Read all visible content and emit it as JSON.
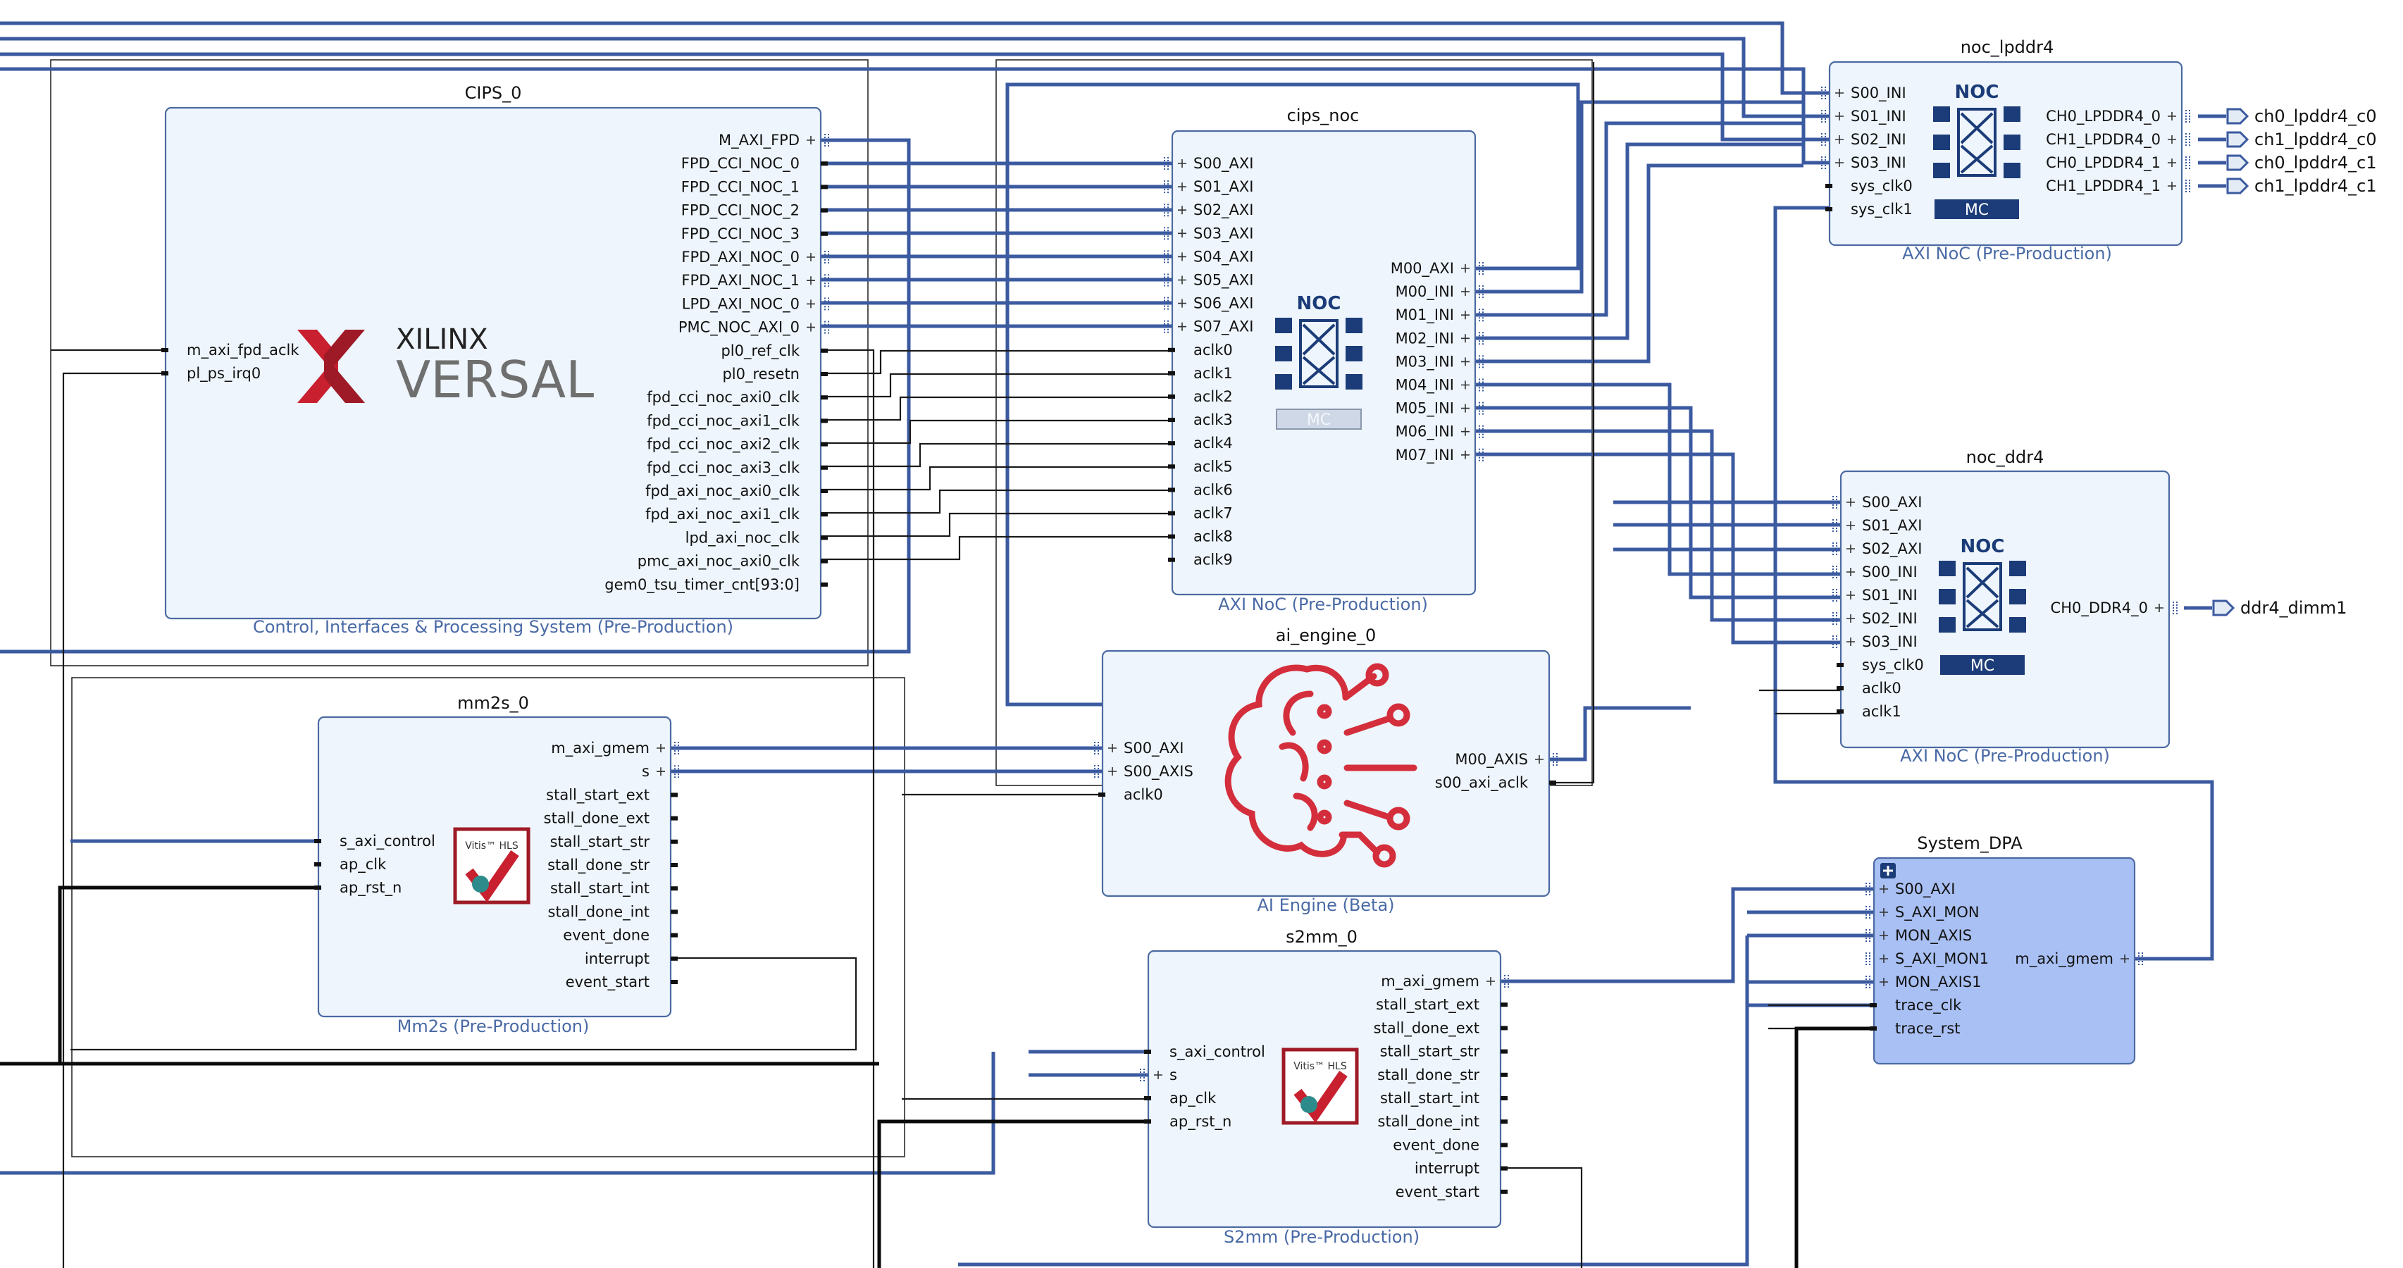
{
  "blocks": {
    "cips": {
      "name": "CIPS_0",
      "subtitle": "Control, Interfaces & Processing System (Pre-Production)",
      "logo_brand": "XILINX",
      "logo_product": "VERSAL",
      "left_ports": [
        "m_axi_fpd_aclk",
        "pl_ps_irq0"
      ],
      "right_ports": [
        "M_AXI_FPD",
        "FPD_CCI_NOC_0",
        "FPD_CCI_NOC_1",
        "FPD_CCI_NOC_2",
        "FPD_CCI_NOC_3",
        "FPD_AXI_NOC_0",
        "FPD_AXI_NOC_1",
        "LPD_AXI_NOC_0",
        "PMC_NOC_AXI_0",
        "pl0_ref_clk",
        "pl0_resetn",
        "fpd_cci_noc_axi0_clk",
        "fpd_cci_noc_axi1_clk",
        "fpd_cci_noc_axi2_clk",
        "fpd_cci_noc_axi3_clk",
        "fpd_axi_noc_axi0_clk",
        "fpd_axi_noc_axi1_clk",
        "lpd_axi_noc_clk",
        "pmc_axi_noc_axi0_clk",
        "gem0_tsu_timer_cnt[93:0]"
      ]
    },
    "cips_noc": {
      "name": "cips_noc",
      "subtitle": "AXI NoC (Pre-Production)",
      "left_ports": [
        "S00_AXI",
        "S01_AXI",
        "S02_AXI",
        "S03_AXI",
        "S04_AXI",
        "S05_AXI",
        "S06_AXI",
        "S07_AXI",
        "aclk0",
        "aclk1",
        "aclk2",
        "aclk3",
        "aclk4",
        "aclk5",
        "aclk6",
        "aclk7",
        "aclk8",
        "aclk9"
      ],
      "right_ports": [
        "M00_AXI",
        "M00_INI",
        "M01_INI",
        "M02_INI",
        "M03_INI",
        "M04_INI",
        "M05_INI",
        "M06_INI",
        "M07_INI"
      ],
      "icon_label": "NOC",
      "icon_mc": "MC"
    },
    "noc_lpddr4": {
      "name": "noc_lpddr4",
      "subtitle": "AXI NoC (Pre-Production)",
      "left_ports": [
        "S00_INI",
        "S01_INI",
        "S02_INI",
        "S03_INI",
        "sys_clk0",
        "sys_clk1"
      ],
      "right_ports": [
        "CH0_LPDDR4_0",
        "CH1_LPDDR4_0",
        "CH0_LPDDR4_1",
        "CH1_LPDDR4_1"
      ],
      "icon_label": "NOC",
      "icon_mc": "MC"
    },
    "noc_ddr4": {
      "name": "noc_ddr4",
      "subtitle": "AXI NoC (Pre-Production)",
      "left_ports": [
        "S00_AXI",
        "S01_AXI",
        "S02_AXI",
        "S00_INI",
        "S01_INI",
        "S02_INI",
        "S03_INI",
        "sys_clk0",
        "aclk0",
        "aclk1"
      ],
      "right_ports": [
        "CH0_DDR4_0"
      ],
      "icon_label": "NOC",
      "icon_mc": "MC"
    },
    "ai_engine": {
      "name": "ai_engine_0",
      "subtitle": "AI Engine (Beta)",
      "left_ports": [
        "S00_AXI",
        "S00_AXIS",
        "aclk0"
      ],
      "right_ports": [
        "M00_AXIS",
        "s00_axi_aclk"
      ]
    },
    "mm2s": {
      "name": "mm2s_0",
      "subtitle": "Mm2s (Pre-Production)",
      "left_ports": [
        "s_axi_control",
        "ap_clk",
        "ap_rst_n"
      ],
      "right_ports": [
        "m_axi_gmem",
        "s",
        "stall_start_ext",
        "stall_done_ext",
        "stall_start_str",
        "stall_done_str",
        "stall_start_int",
        "stall_done_int",
        "event_done",
        "interrupt",
        "event_start"
      ],
      "logo_text": "Vitis™ HLS"
    },
    "s2mm": {
      "name": "s2mm_0",
      "subtitle": "S2mm (Pre-Production)",
      "left_ports": [
        "s_axi_control",
        "s",
        "ap_clk",
        "ap_rst_n"
      ],
      "right_ports": [
        "m_axi_gmem",
        "stall_start_ext",
        "stall_done_ext",
        "stall_start_str",
        "stall_done_str",
        "stall_start_int",
        "stall_done_int",
        "event_done",
        "interrupt",
        "event_start"
      ],
      "logo_text": "Vitis™ HLS"
    },
    "dpa": {
      "name": "System_DPA",
      "left_ports": [
        "S00_AXI",
        "S_AXI_MON",
        "MON_AXIS",
        "S_AXI_MON1",
        "MON_AXIS1",
        "trace_clk",
        "trace_rst"
      ],
      "right_ports": [
        "m_axi_gmem"
      ]
    }
  },
  "external_ports": [
    "ch0_lpddr4_c0",
    "ch1_lpddr4_c0",
    "ch0_lpddr4_c1",
    "ch1_lpddr4_c1",
    "ddr4_dimm1"
  ],
  "colors": {
    "block_fill": "#eef5fc",
    "block_border": "#4b6aa2",
    "bus": "#3b5aa0",
    "dpa_fill": "#a9c0f4",
    "noc_icon": "#1b3c78",
    "versal_red": "#c8202f",
    "ai_red": "#d42e3c"
  }
}
